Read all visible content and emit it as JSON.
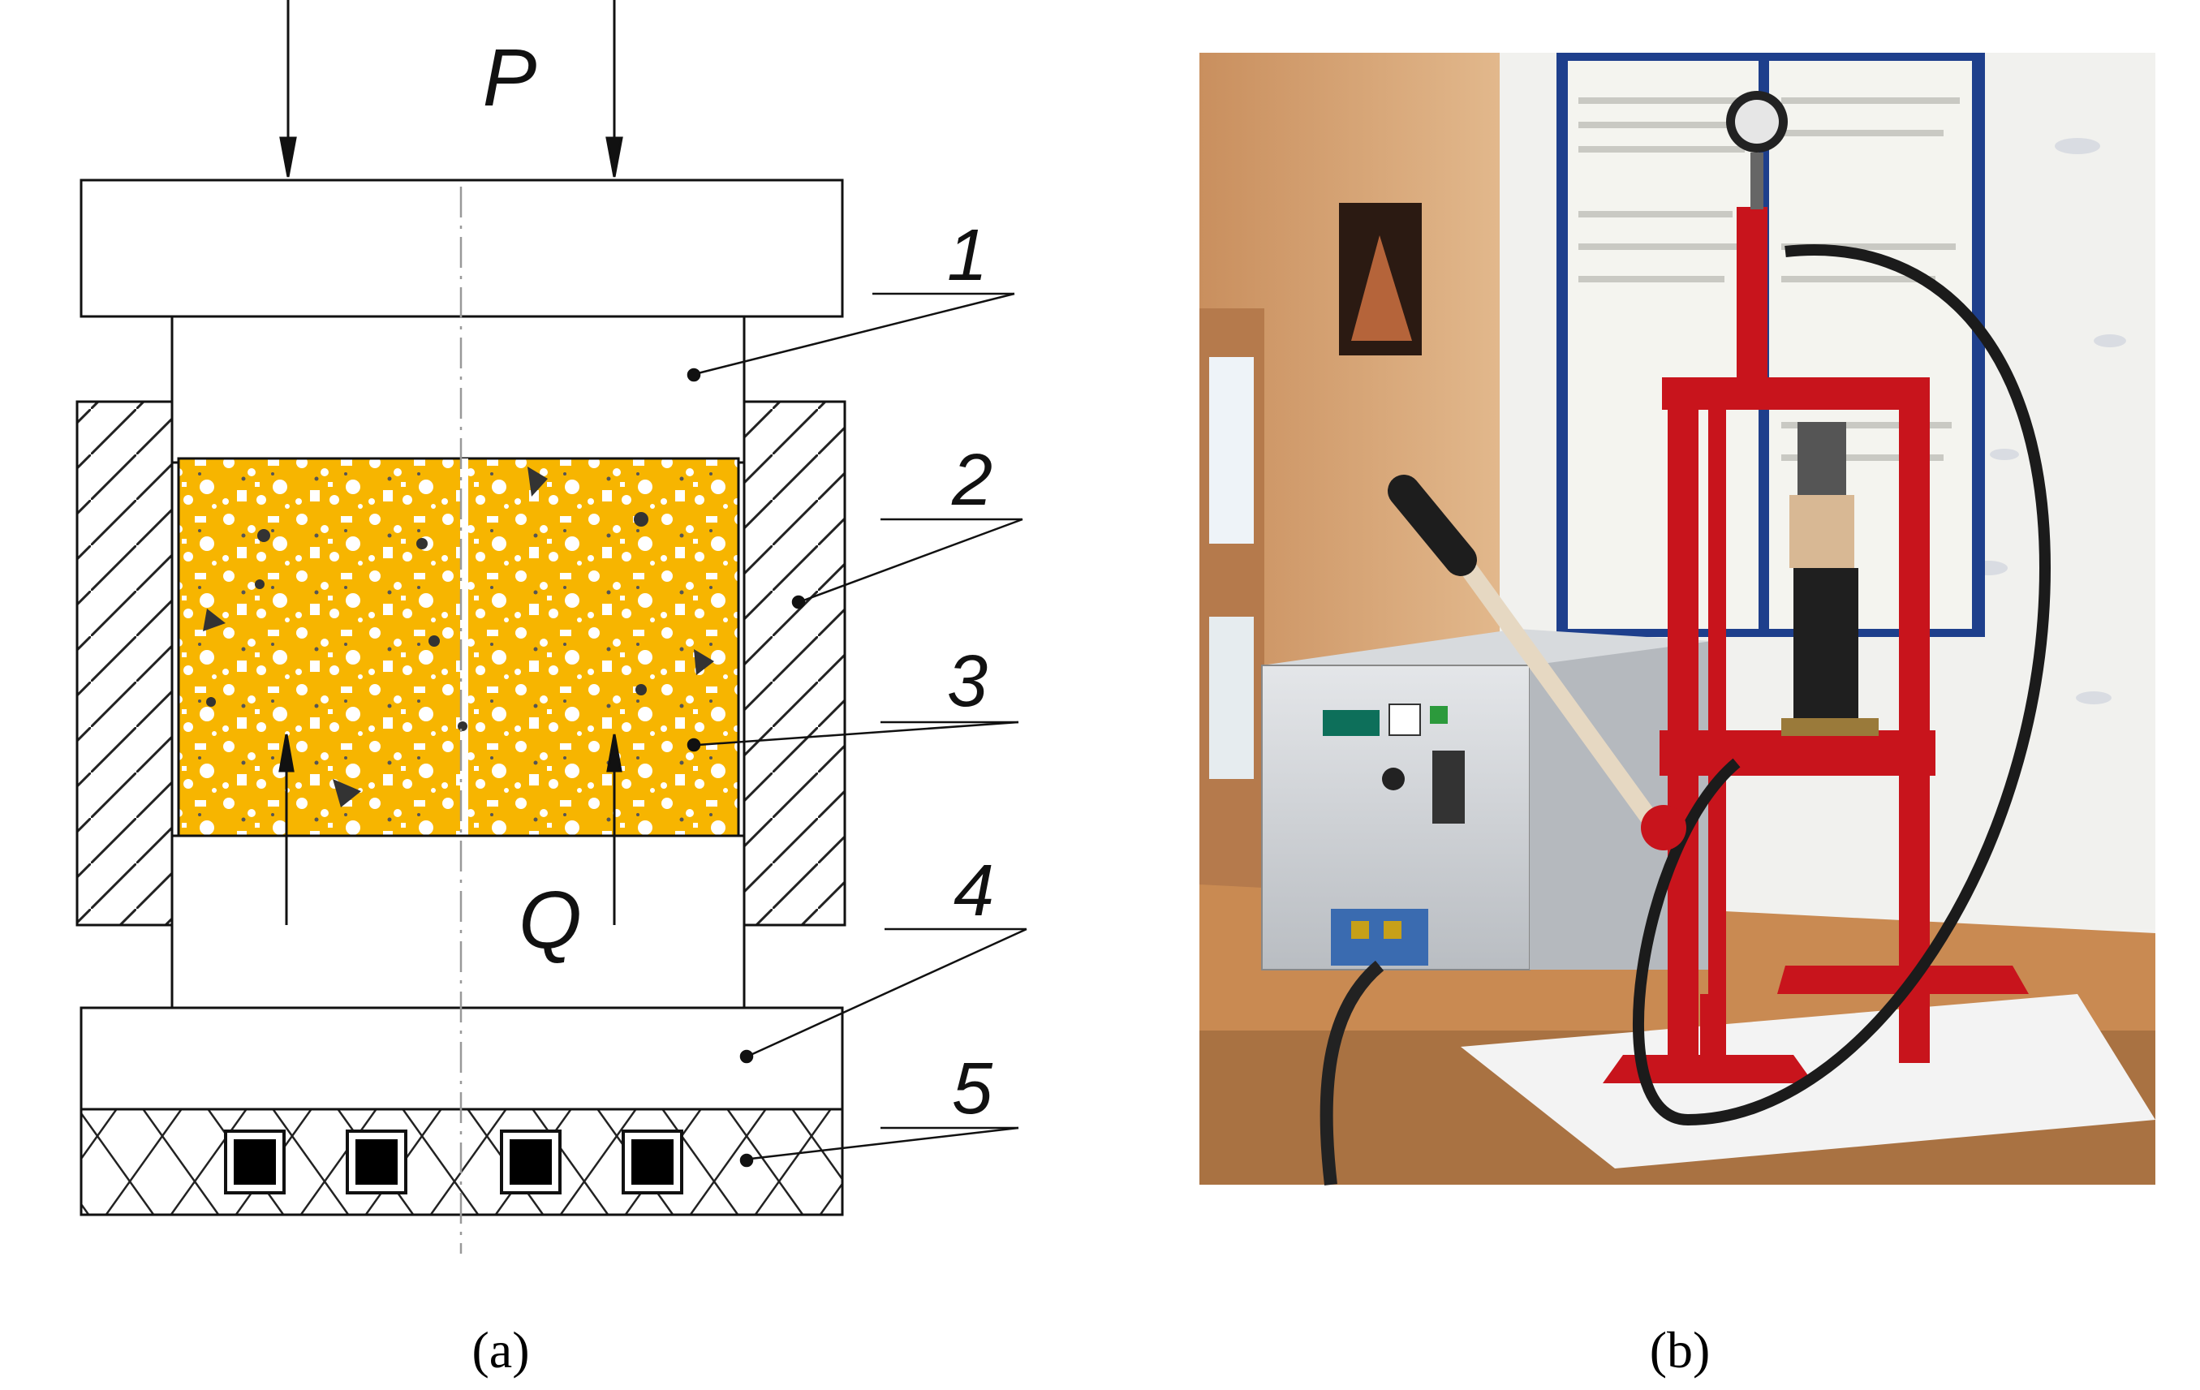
{
  "panel_a": {
    "labels": {
      "force_top": "P",
      "force_bottom": "Q",
      "callouts": [
        "1",
        "2",
        "3",
        "4",
        "5"
      ]
    },
    "caption": "(a)"
  },
  "panel_b": {
    "caption": "(b)"
  },
  "colors": {
    "sample_fill": "#f7b500",
    "line": "#111111",
    "press_red": "#c8141c",
    "wall": "#d8a878",
    "poster": "#1e3f8c",
    "instrument": "#c9cdd2",
    "table": "#c98a52"
  }
}
